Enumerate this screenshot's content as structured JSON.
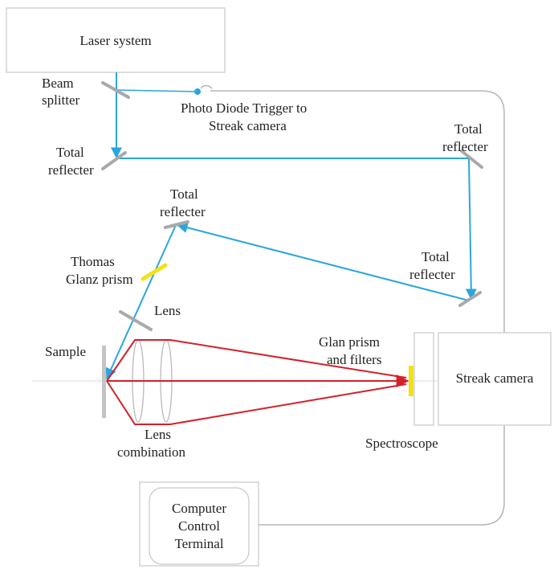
{
  "colors": {
    "beam": "#2aa6dc",
    "fluorescence": "#d4202a",
    "prism": "#f3e019",
    "box_border": "#c8c8c8",
    "optic_gray": "#a9a9a9",
    "text": "#222222"
  },
  "components": {
    "laser": "Laser system",
    "beam_splitter": [
      "Beam",
      "splitter"
    ],
    "photo_diode": [
      "Photo Diode Trigger to",
      "Streak camera"
    ],
    "reflector_1": [
      "Total",
      "reflecter"
    ],
    "reflector_2": [
      "Total",
      "reflecter"
    ],
    "reflector_3": [
      "Total",
      "reflecter"
    ],
    "reflector_4": [
      "Total",
      "reflecter"
    ],
    "thomas_prism": [
      "Thomas",
      "Glanz prism"
    ],
    "lens": "Lens",
    "sample": "Sample",
    "lens_combination": [
      "Lens",
      "combination"
    ],
    "glan_prism": [
      "Glan prism",
      "and filters"
    ],
    "spectroscope": "Spectroscope",
    "streak_camera": "Streak camera",
    "computer": [
      "Computer",
      "Control",
      "Terminal"
    ]
  }
}
